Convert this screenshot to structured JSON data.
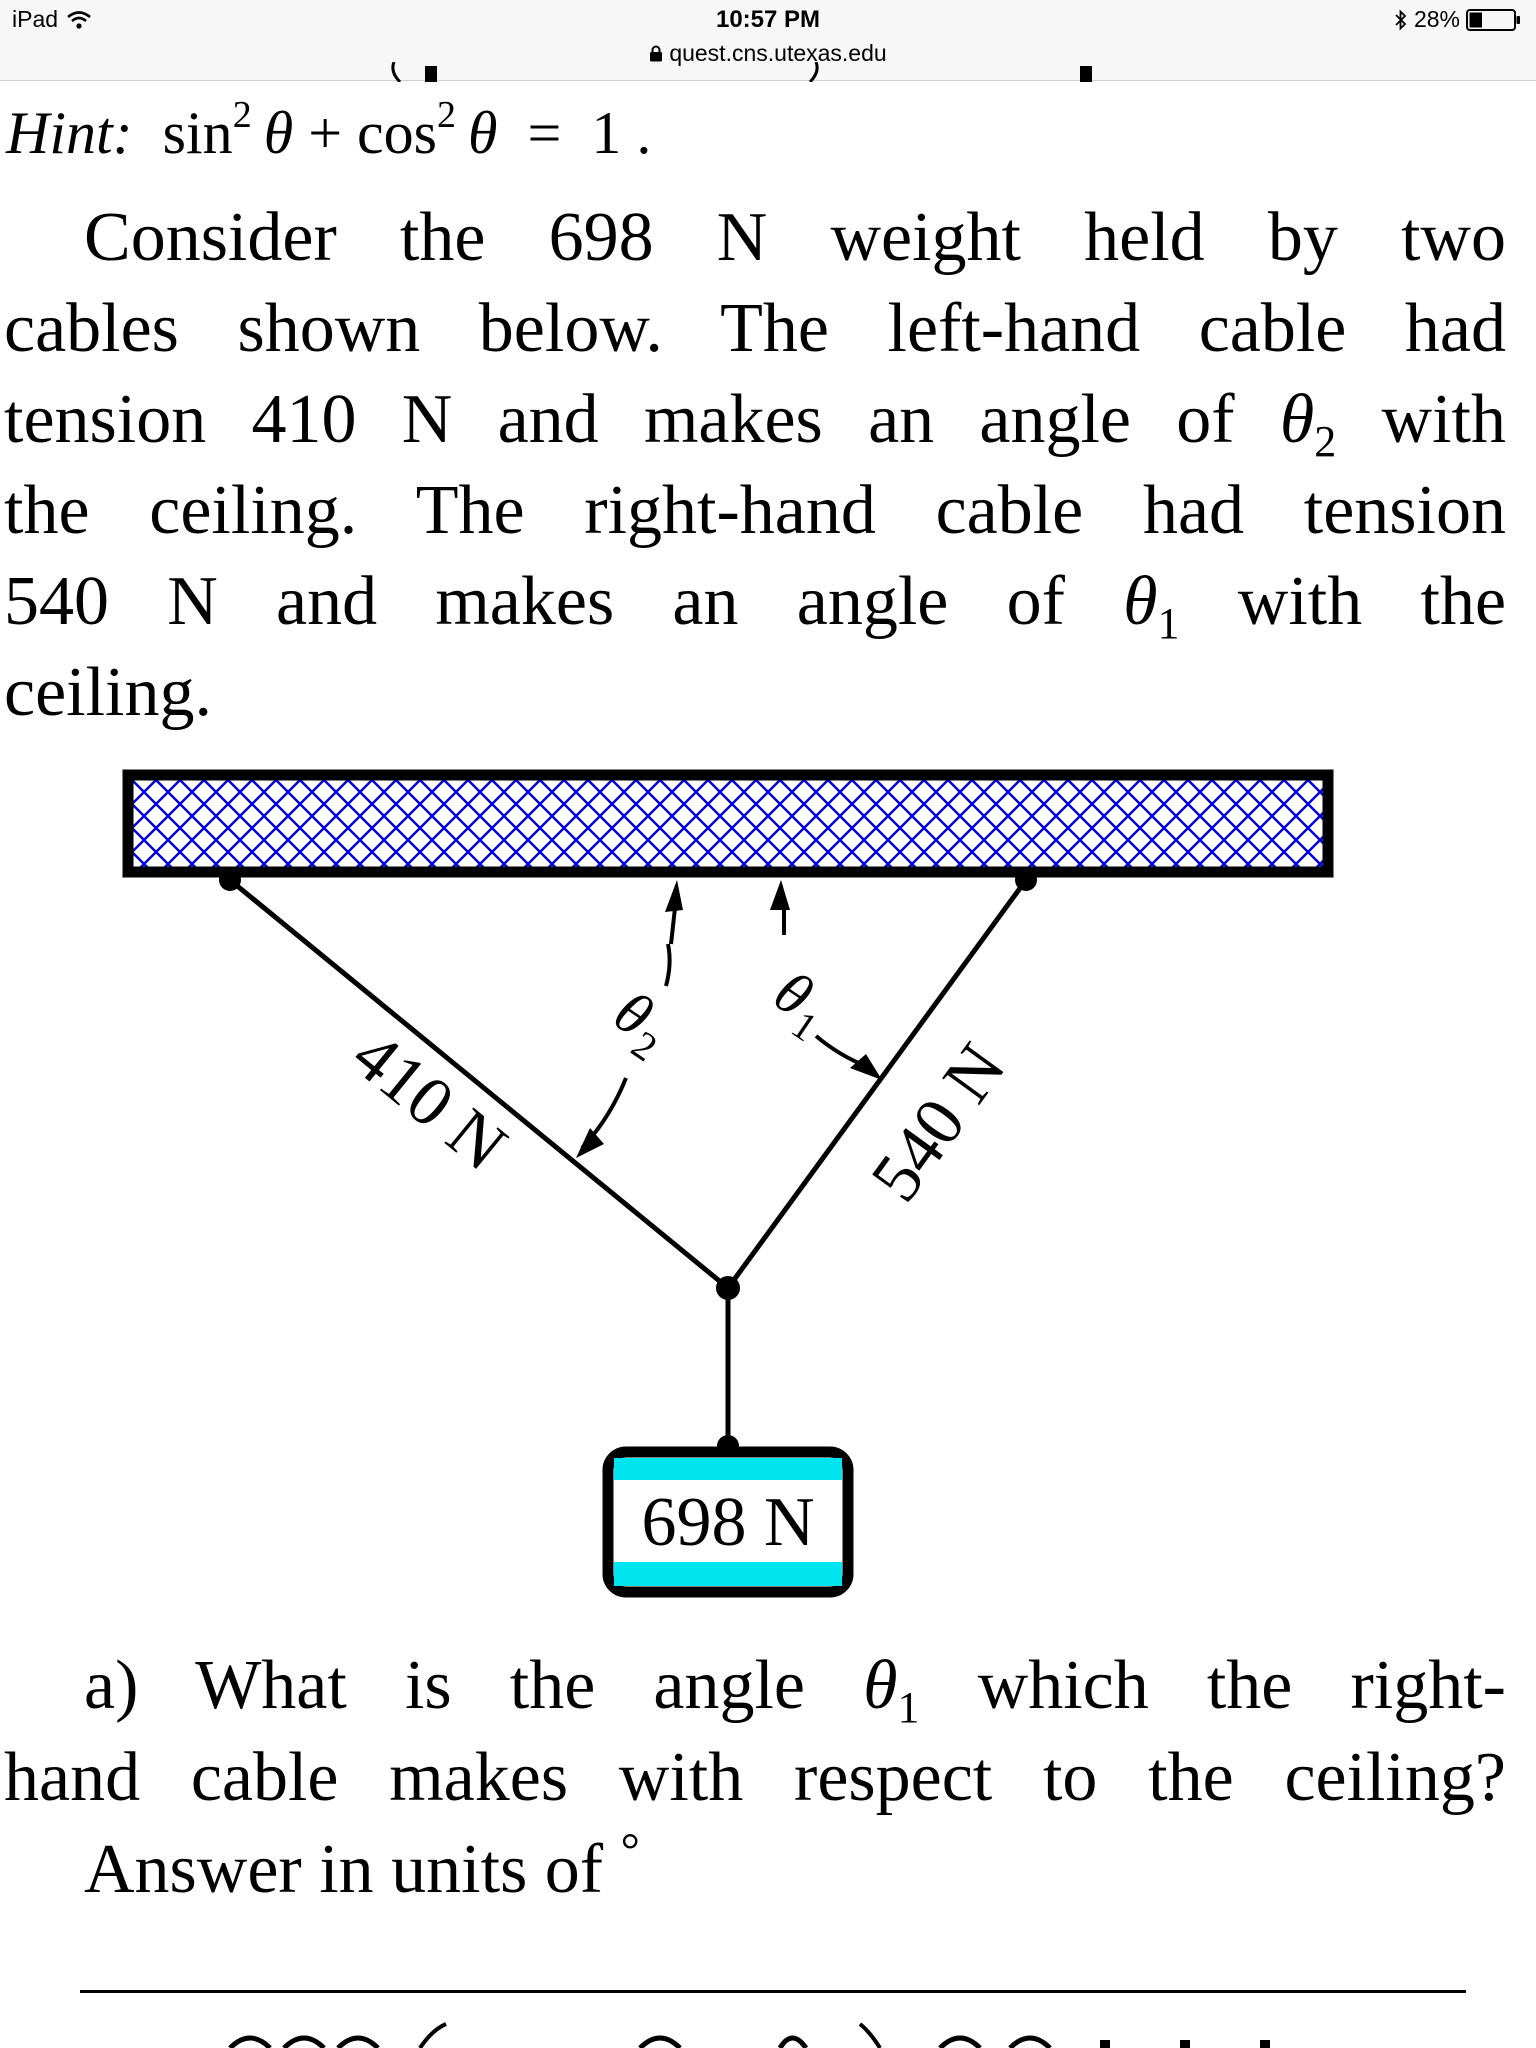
{
  "status_bar": {
    "device": "iPad",
    "time": "10:57 PM",
    "url": "quest.cns.utexas.edu",
    "battery": "28%",
    "icons": [
      "wifi-icon",
      "lock-icon",
      "bluetooth-icon",
      "battery-icon"
    ]
  },
  "hint": {
    "label": "Hint:",
    "sin": "sin",
    "exp1": "2",
    "theta1": "θ",
    "plus": "+",
    "cos": "cos",
    "exp2": "2",
    "theta2": "θ",
    "equals": "=",
    "rhs": "1 ."
  },
  "problem": {
    "l1": "Consider the 698 N weight held by two",
    "l2": "cables shown below. The left-hand cable had",
    "l3a": "tension 410 N and makes an angle of",
    "l3b": "θ",
    "l3sub": "2",
    "l3c": "with",
    "l4": "the ceiling. The right-hand cable had tension",
    "l5a": "540 N and makes an angle of",
    "l5b": "θ",
    "l5sub": "1",
    "l5c": "with the",
    "l6": "ceiling."
  },
  "diagram": {
    "left_tension": "410 N",
    "right_tension": "540 N",
    "theta_left": "θ",
    "theta_left_sub": "2",
    "theta_right": "θ",
    "theta_right_sub": "1",
    "weight": "698 N",
    "colors": {
      "hatch": "#0000e0",
      "weight_band": "#00e5f0",
      "outline": "#000000"
    }
  },
  "question": {
    "l1a": "a) What is the angle",
    "l1b": "θ",
    "l1sub": "1",
    "l1c": "which the right-",
    "l2": "hand cable makes with respect to the ceiling?",
    "l3": "Answer in units of",
    "deg": "°"
  }
}
